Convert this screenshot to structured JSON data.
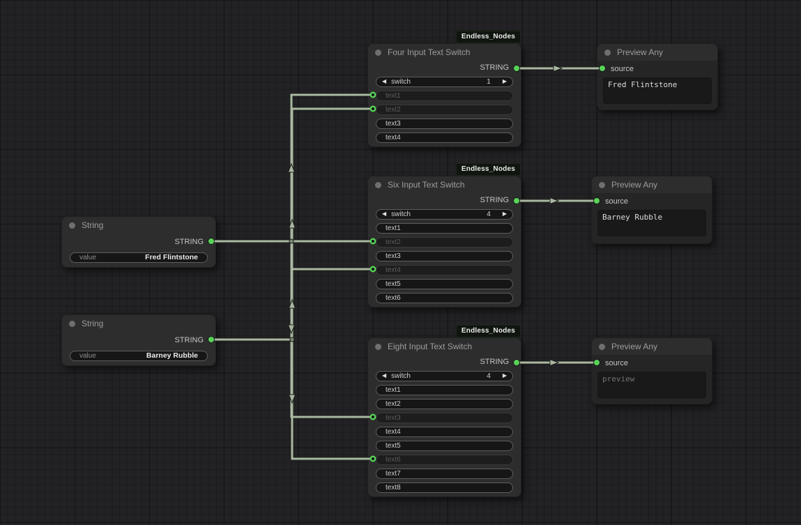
{
  "badge": "Endless_Nodes",
  "glyphs": {
    "left_arrow": "◀",
    "right_arrow": "▶"
  },
  "colors": {
    "port_green": "#57d457",
    "wire": "#a9b8a1",
    "node_bg": "#2d2d2d",
    "badge_bg": "#10160f",
    "canvas_bg": "#222225"
  },
  "nodes": {
    "four_switch": {
      "title": "Four Input Text Switch",
      "output_label": "STRING",
      "switch_widget": {
        "label": "switch",
        "value": "1"
      },
      "rows": [
        {
          "label": "text1",
          "connected": true
        },
        {
          "label": "text2",
          "connected": true
        },
        {
          "label": "text3",
          "connected": false
        },
        {
          "label": "text4",
          "connected": false
        }
      ]
    },
    "six_switch": {
      "title": "Six Input Text Switch",
      "output_label": "STRING",
      "switch_widget": {
        "label": "switch",
        "value": "4"
      },
      "rows": [
        {
          "label": "text1",
          "connected": false
        },
        {
          "label": "text2",
          "connected": true
        },
        {
          "label": "text3",
          "connected": false
        },
        {
          "label": "text4",
          "connected": true
        },
        {
          "label": "text5",
          "connected": false
        },
        {
          "label": "text6",
          "connected": false
        }
      ]
    },
    "eight_switch": {
      "title": "Eight Input Text Switch",
      "output_label": "STRING",
      "switch_widget": {
        "label": "switch",
        "value": "4"
      },
      "rows": [
        {
          "label": "text1",
          "connected": false
        },
        {
          "label": "text2",
          "connected": false
        },
        {
          "label": "text3",
          "connected": true
        },
        {
          "label": "text4",
          "connected": false
        },
        {
          "label": "text5",
          "connected": false
        },
        {
          "label": "text6",
          "connected": true
        },
        {
          "label": "text7",
          "connected": false
        },
        {
          "label": "text8",
          "connected": false
        }
      ]
    },
    "string_node_1": {
      "title": "String",
      "output_label": "STRING",
      "value_widget": {
        "label": "value",
        "value": "Fred Flintstone"
      }
    },
    "string_node_2": {
      "title": "String",
      "output_label": "STRING",
      "value_widget": {
        "label": "value",
        "value": "Barney Rubble"
      }
    },
    "preview_node_1": {
      "title": "Preview Any",
      "input_label": "source",
      "content": "Fred Flintstone"
    },
    "preview_node_2": {
      "title": "Preview Any",
      "input_label": "source",
      "content": "Barney Rubble"
    },
    "preview_node_3": {
      "title": "Preview Any",
      "input_label": "source",
      "content": "preview",
      "is_placeholder": true
    }
  }
}
